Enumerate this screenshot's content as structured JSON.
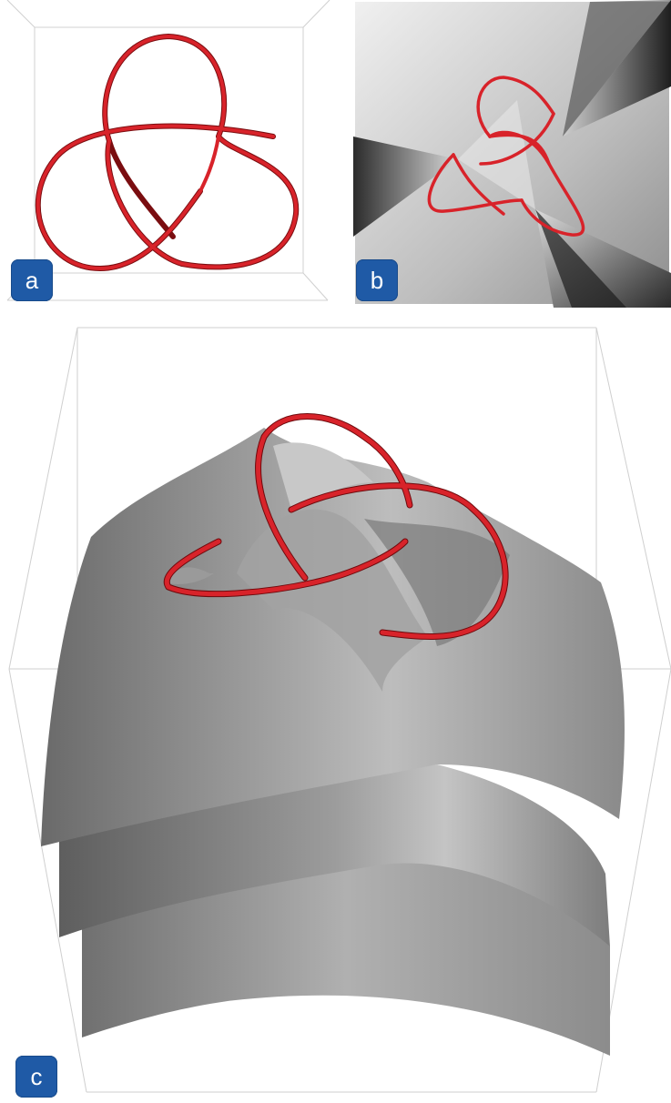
{
  "panels": [
    {
      "id": "a",
      "label": "a"
    },
    {
      "id": "b",
      "label": "b"
    },
    {
      "id": "c",
      "label": "c"
    }
  ],
  "colors": {
    "knot": "#d8232a",
    "badge": "#1f5aa6",
    "frame": "#c8c8c8",
    "surface_light": "#d9d9d9",
    "surface_dark": "#3a3a3a"
  },
  "icons": [
    "trefoil-knot",
    "phase-map",
    "seifert-surface"
  ]
}
